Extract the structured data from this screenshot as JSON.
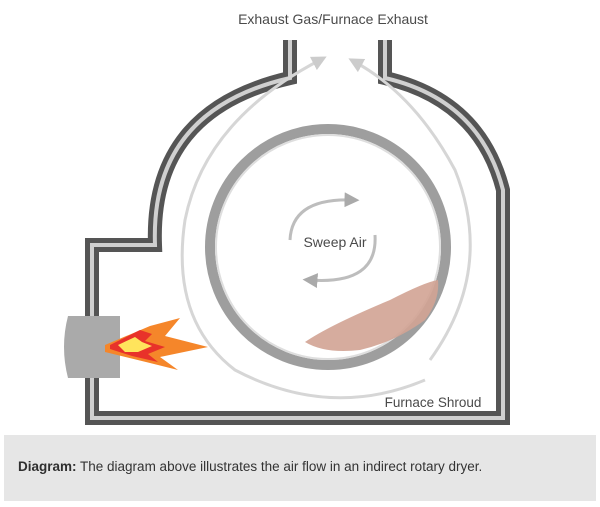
{
  "labels": {
    "exhaust": "Exhaust Gas/Furnace Exhaust",
    "sweep_air": "Sweep Air",
    "furnace_shroud": "Furnace Shroud"
  },
  "caption": {
    "bold": "Diagram:",
    "text": " The diagram above illustrates the air flow in an indirect rotary dryer."
  },
  "colors": {
    "wall_dark": "#555555",
    "wall_light": "#c8c8c8",
    "drum_ring": "#a0a0a0",
    "flow_arrow": "#cfcfcf",
    "material": "#d2a394",
    "burner": "#aaaaaa",
    "flame_outer": "#f5862a",
    "flame_mid": "#e8322a",
    "flame_inner": "#ffe45c",
    "caption_bg": "#e6e6e6"
  }
}
